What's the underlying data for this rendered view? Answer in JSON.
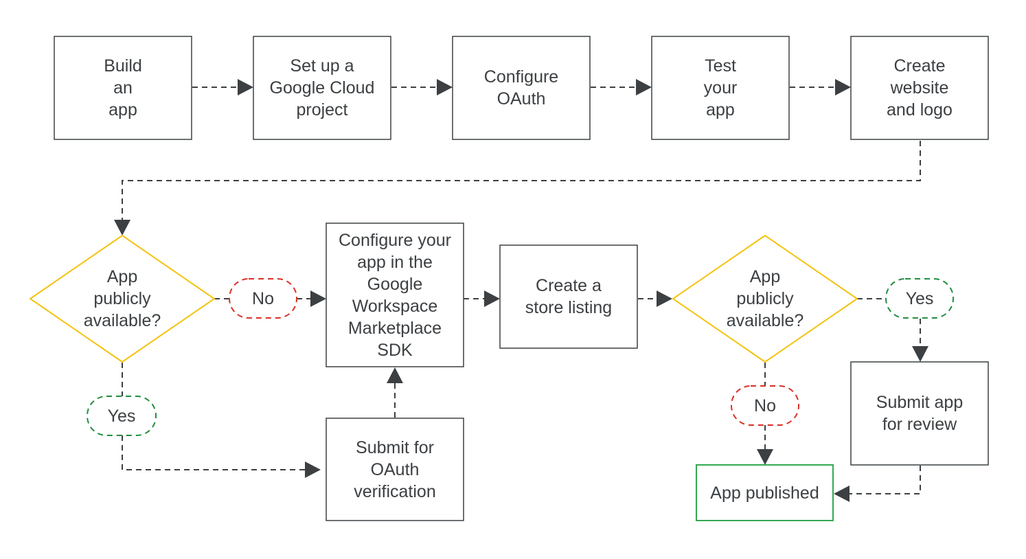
{
  "steps": {
    "build_app": "Build\nan\napp",
    "setup_gcp": "Set up a\nGoogle Cloud\nproject",
    "configure_oauth": "Configure\nOAuth",
    "test_app": "Test\nyour\napp",
    "create_website": "Create\nwebsite\nand logo",
    "configure_sdk": "Configure your\napp in the\nGoogle\nWorkspace\nMarketplace\nSDK",
    "store_listing": "Create a\nstore listing",
    "submit_oauth": "Submit for\nOAuth\nverification",
    "submit_review": "Submit app\nfor review",
    "app_published": "App published"
  },
  "decisions": {
    "first": "App\npublicly\navailable?",
    "second": "App\npublicly\navailable?"
  },
  "branch_labels": {
    "no_1": "No",
    "yes_1": "Yes",
    "no_2": "No",
    "yes_2": "Yes"
  },
  "colors": {
    "box_border": "#3c4043",
    "decision_border": "#f4c20d",
    "no_border": "#d93025",
    "yes_border": "#1e8e3e",
    "published_border": "#34a853",
    "connector": "#3c4043"
  }
}
